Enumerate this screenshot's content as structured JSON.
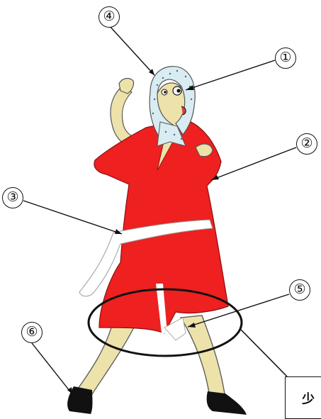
{
  "callouts": [
    "①",
    "②",
    "③",
    "④",
    "⑤",
    "⑥"
  ],
  "caption": "少",
  "colors": {
    "robe": "#ee2020",
    "skin": "#ece2aa",
    "headscarf": "#d8ecf2",
    "outline": "#111111",
    "sash": "#ffffff"
  }
}
